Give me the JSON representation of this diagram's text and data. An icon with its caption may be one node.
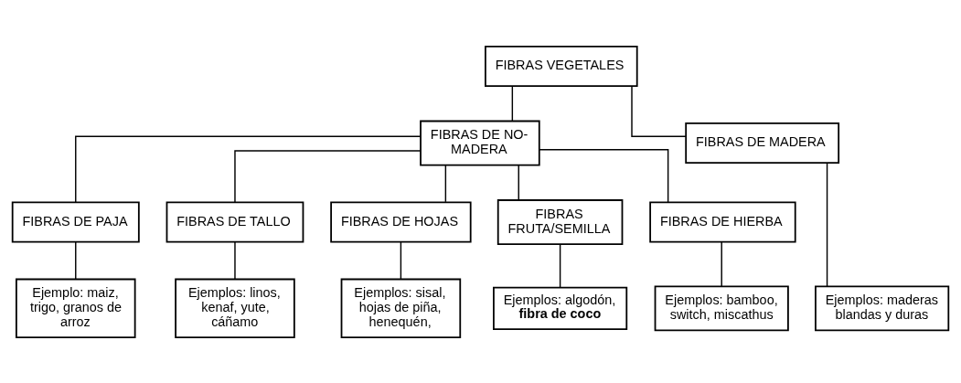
{
  "diagram": {
    "nodes": [
      {
        "text": [
          "FIBRAS VEGETALES"
        ]
      },
      {
        "text": [
          "FIBRAS DE NO-MADERA"
        ]
      },
      {
        "text": [
          "FIBRAS DE MADERA"
        ]
      },
      {
        "text": [
          "FIBRAS DE PAJA"
        ]
      },
      {
        "text": [
          "FIBRAS DE TALLO"
        ]
      },
      {
        "text": [
          "FIBRAS DE HOJAS"
        ]
      },
      {
        "text": [
          "FIBRAS FRUTA/SEMILLA"
        ]
      },
      {
        "text": [
          "FIBRAS DE HIERBA"
        ]
      },
      {
        "text": [
          "Ejemplo: maiz, trigo, granos de arroz"
        ]
      },
      {
        "text": [
          "Ejemplos: linos, kenaf, yute, cáñamo"
        ]
      },
      {
        "text": [
          "Ejemplos: sisal, hojas de piña, henequén,"
        ]
      },
      {
        "text": [
          "Ejemplos: algodón, **fibra de coco**"
        ]
      },
      {
        "text": [
          "Ejemplos: bamboo, switch, miscathus"
        ]
      },
      {
        "text": [
          "Ejemplos: maderas blandas y duras"
        ]
      }
    ],
    "edges": [
      {
        "from": 0,
        "to": 1,
        "arrow": "none"
      },
      {
        "from": 0,
        "to": 2,
        "arrow": "none"
      },
      {
        "from": 1,
        "to": 3,
        "arrow": "none"
      },
      {
        "from": 1,
        "to": 4,
        "arrow": "none"
      },
      {
        "from": 1,
        "to": 5,
        "arrow": "none"
      },
      {
        "from": 1,
        "to": 6,
        "arrow": "none"
      },
      {
        "from": 1,
        "to": 7,
        "arrow": "none"
      },
      {
        "from": 3,
        "to": 8,
        "arrow": "none"
      },
      {
        "from": 4,
        "to": 9,
        "arrow": "none"
      },
      {
        "from": 5,
        "to": 10,
        "arrow": "none"
      },
      {
        "from": 6,
        "to": 11,
        "arrow": "none"
      },
      {
        "from": 7,
        "to": 12,
        "arrow": "none"
      },
      {
        "from": 2,
        "to": 13,
        "arrow": "none"
      }
    ]
  }
}
